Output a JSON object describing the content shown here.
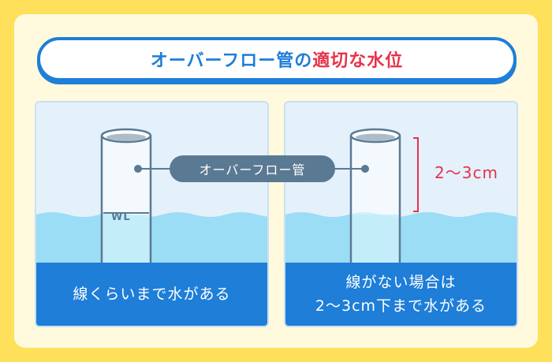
{
  "title": {
    "prefix": "オーバーフロー管の",
    "highlight": "適切な水位"
  },
  "pipe_label": "オーバーフロー管",
  "left_panel": {
    "wl_marker": "WL",
    "caption_lines": [
      "線くらいまで水がある"
    ]
  },
  "right_panel": {
    "gap_label": "2〜3cm",
    "caption_lines": [
      "線がない場合は",
      "2〜3cm下まで水がある"
    ]
  },
  "colors": {
    "accent_blue": "#1E7ED8",
    "highlight_red": "#E5334B",
    "water": "#9BDDF5",
    "background_yellow": "#FFE05A",
    "label_gray": "#5A7A94"
  }
}
